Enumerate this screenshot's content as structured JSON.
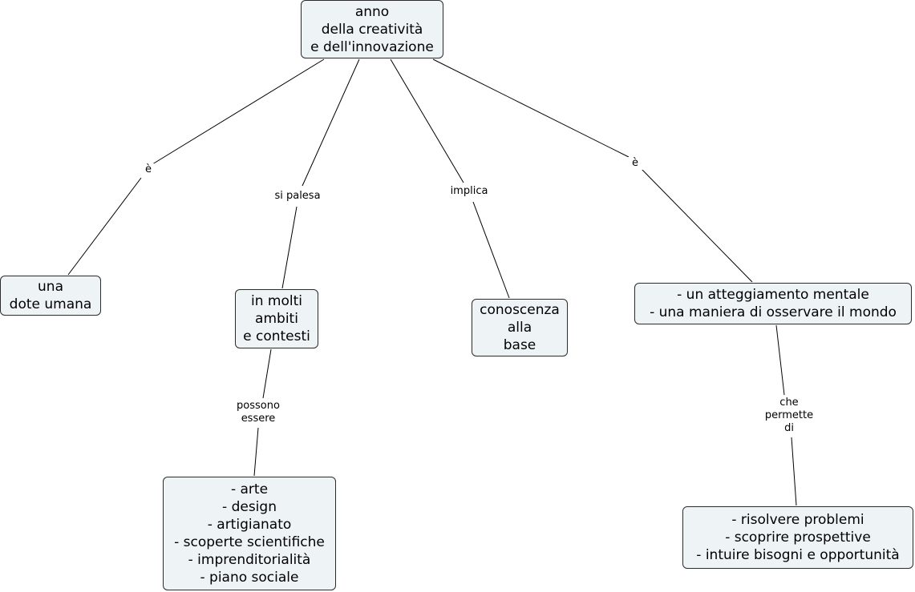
{
  "nodes": {
    "root": [
      "anno",
      "della creatività",
      "e dell'innovazione"
    ],
    "dote": [
      "una",
      "dote umana"
    ],
    "ambiti": [
      "in molti",
      "ambiti",
      "e contesti"
    ],
    "conoscenza": [
      "conoscenza",
      "alla",
      "base"
    ],
    "atteggiamento": [
      "- un atteggiamento mentale",
      "- una maniera di osservare il mondo"
    ],
    "esempi": [
      "- arte",
      "- design",
      "- artigianato",
      "- scoperte scientifiche",
      "- imprenditorialità",
      "- piano sociale"
    ],
    "risultati": [
      "- risolvere problemi",
      "- scoprire prospettive",
      "- intuire bisogni e opportunità"
    ]
  },
  "links": {
    "e1": [
      "è"
    ],
    "si_palesa": [
      "si palesa"
    ],
    "implica": [
      "implica"
    ],
    "e2": [
      "è"
    ],
    "possono_essere": [
      "possono",
      "essere"
    ],
    "che_permette_di": [
      "che",
      "permette",
      "di"
    ]
  }
}
